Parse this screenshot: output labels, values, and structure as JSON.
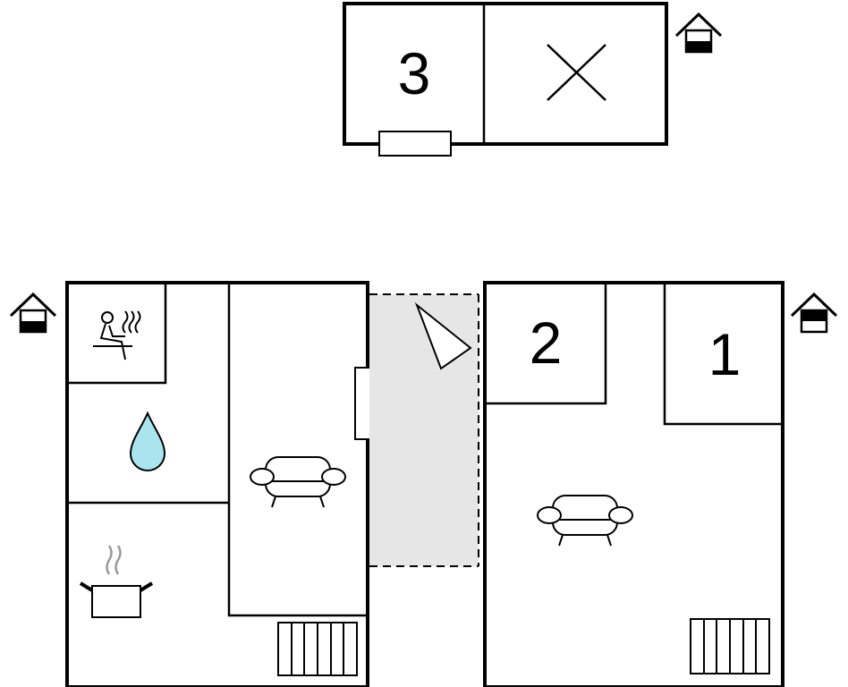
{
  "floorplan": {
    "rooms": [
      {
        "id": "bedroom-3",
        "number": "3"
      },
      {
        "id": "bedroom-2",
        "number": "2"
      },
      {
        "id": "bedroom-1",
        "number": "1"
      }
    ],
    "icons": [
      "house-level-icon",
      "sauna-icon",
      "water-drop-icon",
      "sofa-icon",
      "cooking-pot-icon",
      "radiator-icon",
      "compass-pointer-icon",
      "void-cross-icon"
    ],
    "colors": {
      "wall": "#000000",
      "terrace_fill": "#e6e6e6",
      "water_drop": "#a9e4ef"
    }
  }
}
